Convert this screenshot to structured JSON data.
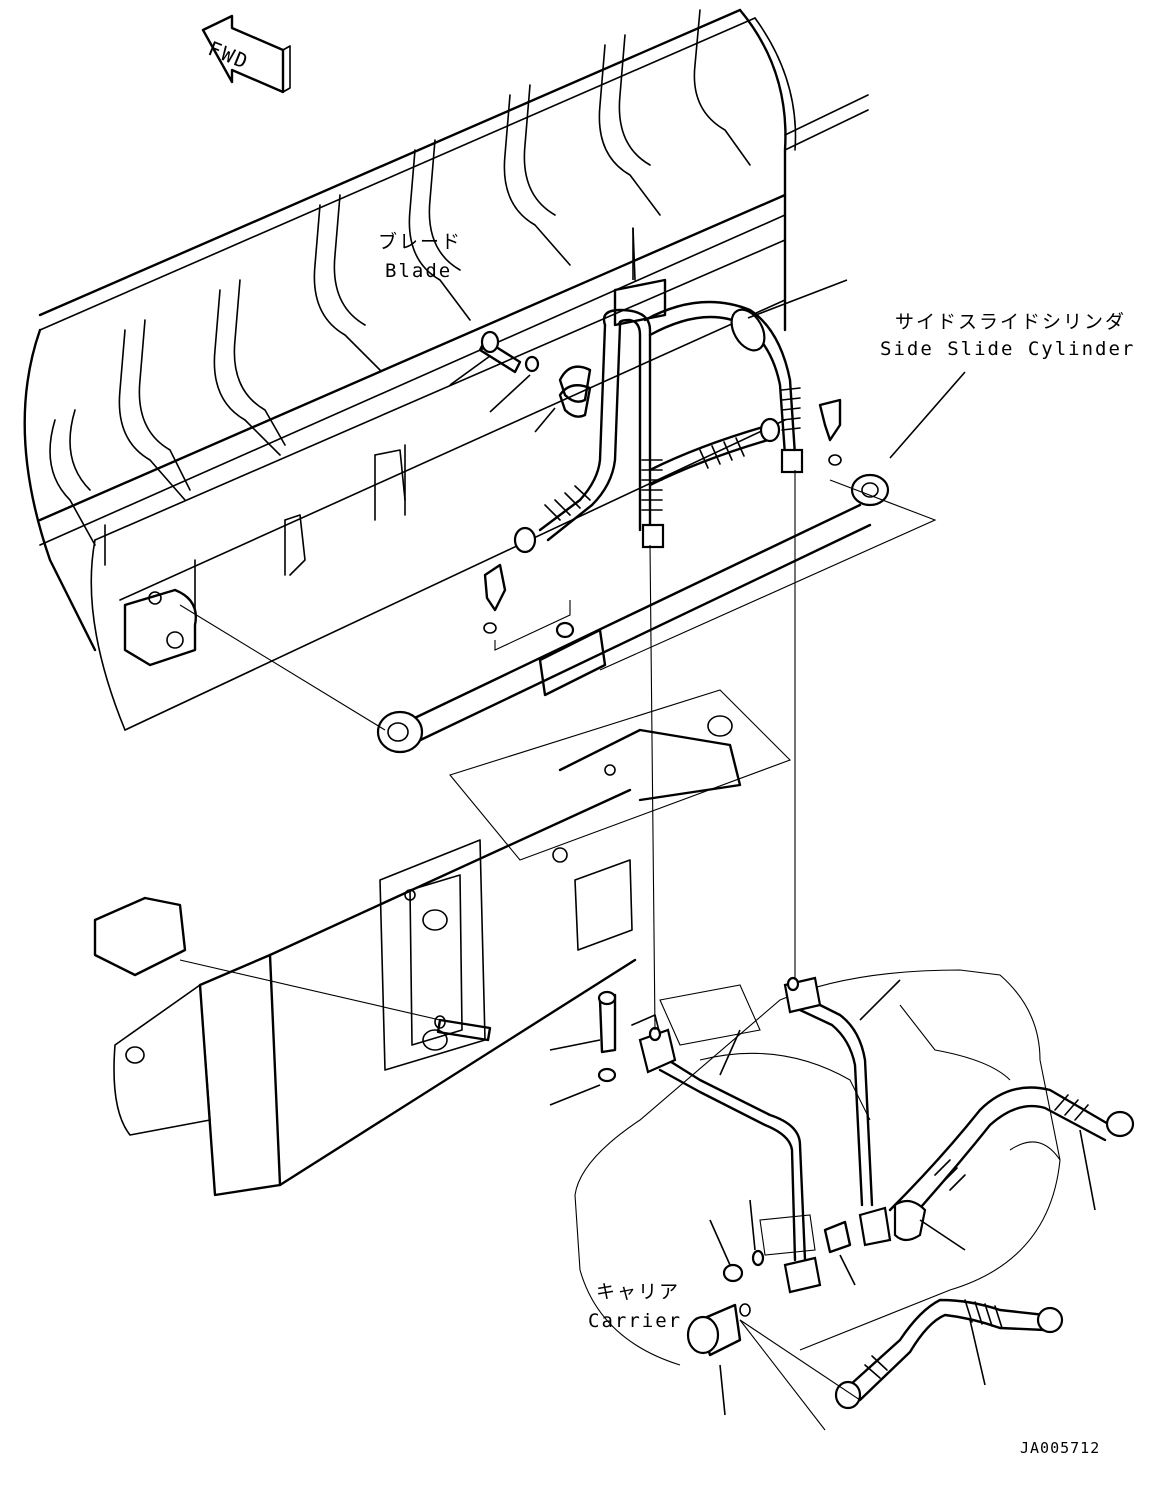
{
  "labels": {
    "fwd": "FWD",
    "blade_jp": "ブレード",
    "blade_en": "Blade",
    "cylinder_jp": "サイドスライドシリンダ",
    "cylinder_en": "Side Slide Cylinder",
    "carrier_jp": "キャリア",
    "carrier_en": "Carrier",
    "drawing_id": "JA005712"
  }
}
